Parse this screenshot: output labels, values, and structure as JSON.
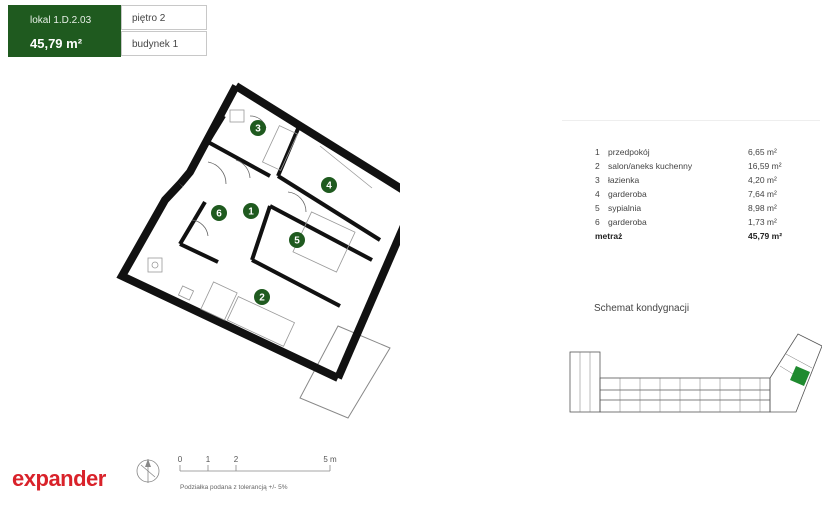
{
  "header": {
    "lokal": "lokal 1.D.2.03",
    "area": "45,79 m²",
    "floor": "piętro 2",
    "building": "budynek 1"
  },
  "plan_labels": [
    "1",
    "2",
    "3",
    "4",
    "5",
    "6"
  ],
  "rooms": [
    {
      "num": "1",
      "name": "przedpokój",
      "area": "6,65 m²"
    },
    {
      "num": "2",
      "name": "salon/aneks kuchenny",
      "area": "16,59 m²"
    },
    {
      "num": "3",
      "name": "łazienka",
      "area": "4,20 m²"
    },
    {
      "num": "4",
      "name": "garderoba",
      "area": "7,64 m²"
    },
    {
      "num": "5",
      "name": "sypialnia",
      "area": "8,98 m²"
    },
    {
      "num": "6",
      "name": "garderoba",
      "area": "1,73 m²"
    }
  ],
  "total": {
    "label": "metraż",
    "area": "45,79 m²"
  },
  "schema_title": "Schemat kondygnacji",
  "scale": {
    "ticks": [
      "0",
      "1",
      "2",
      "5 m"
    ],
    "note": "Podziałka podana z tolerancją +/- 5%"
  },
  "logo": {
    "pre": "e",
    "x": "x",
    "post": "pander"
  },
  "colors": {
    "accent": "#1f5a1f",
    "logo": "#d9222a",
    "wall": "#111111"
  }
}
